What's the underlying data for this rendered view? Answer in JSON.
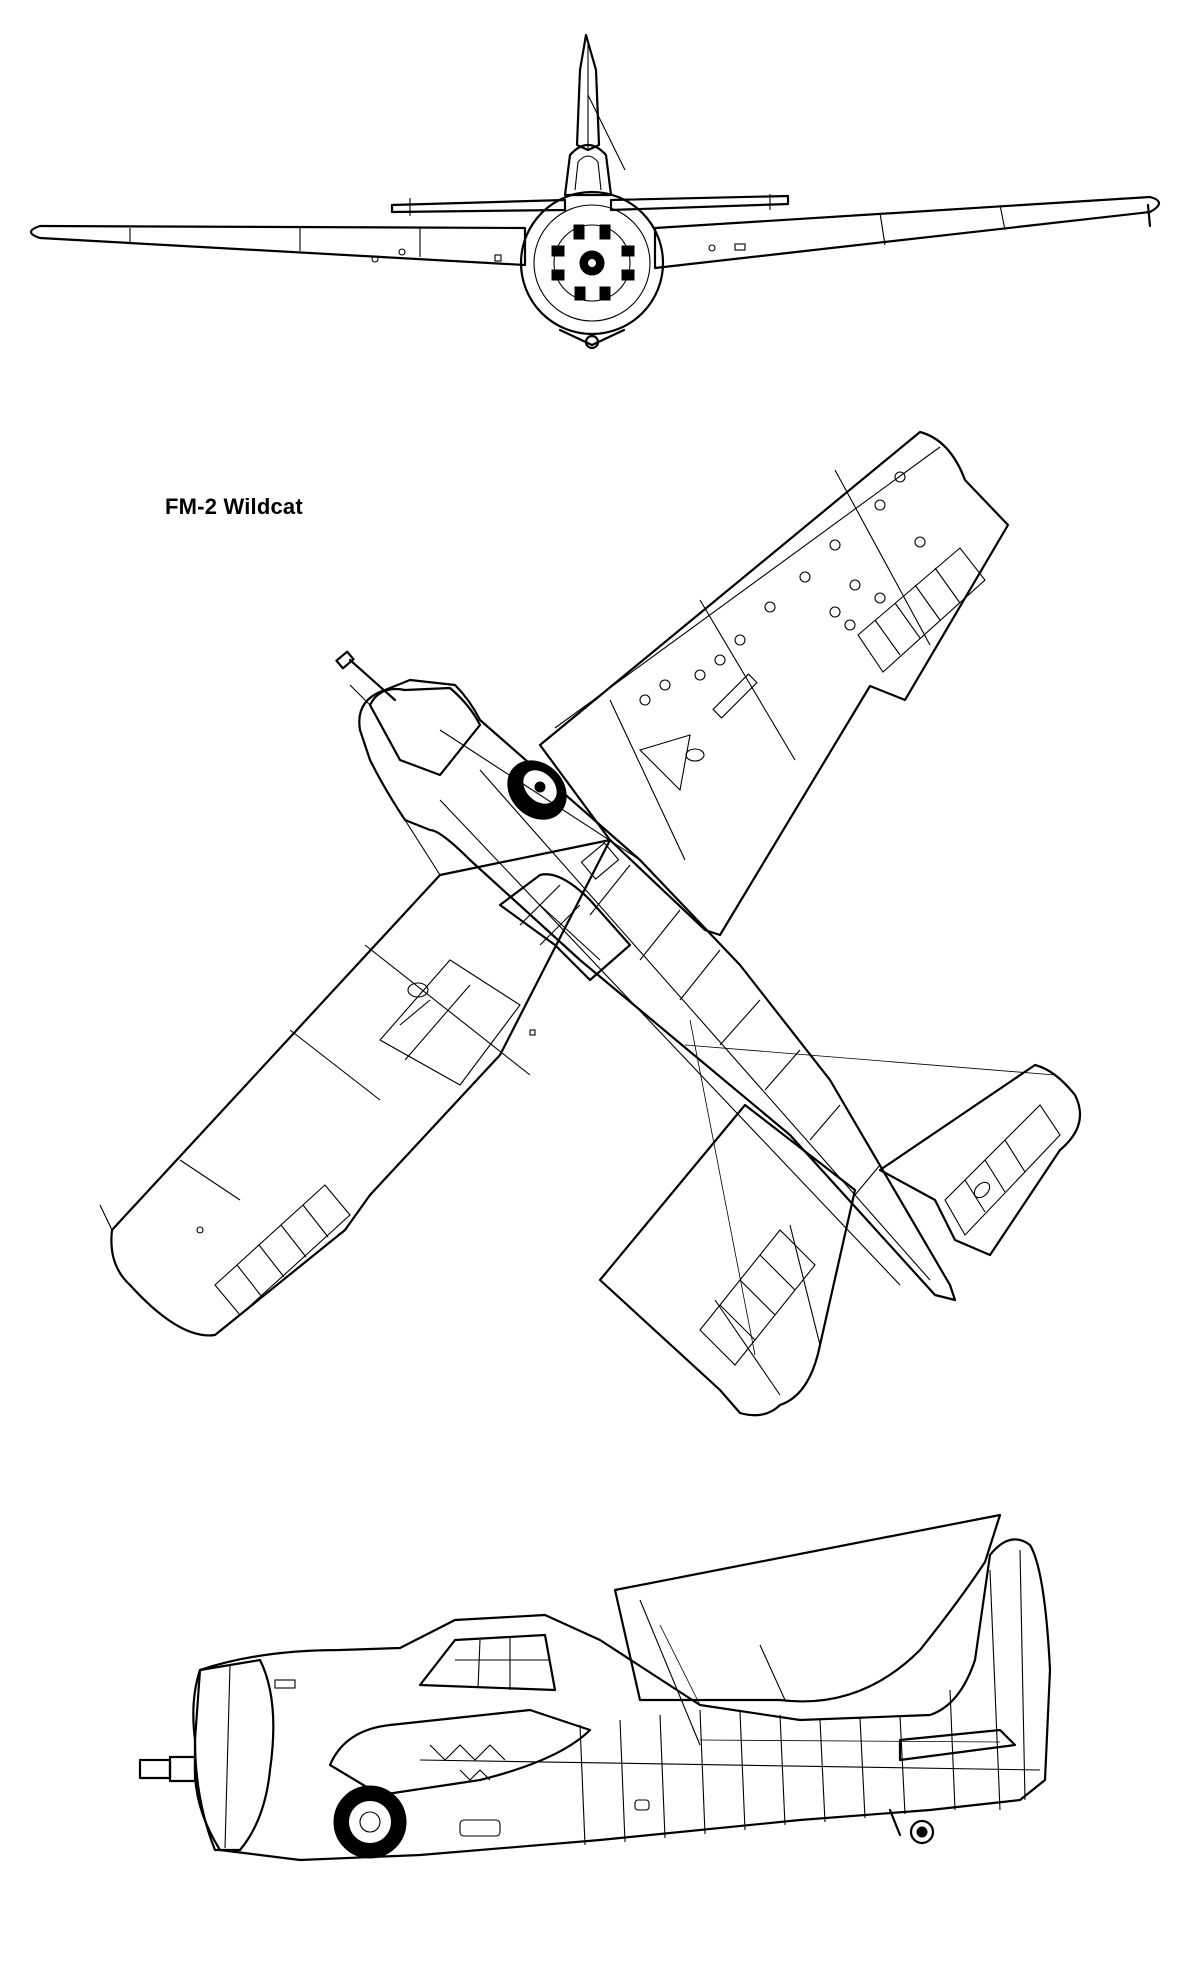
{
  "drawing": {
    "title": "FM-2 Wildcat",
    "views": [
      "front-view",
      "top-view",
      "side-view"
    ],
    "line_color": "#000000",
    "background_color": "#ffffff"
  }
}
